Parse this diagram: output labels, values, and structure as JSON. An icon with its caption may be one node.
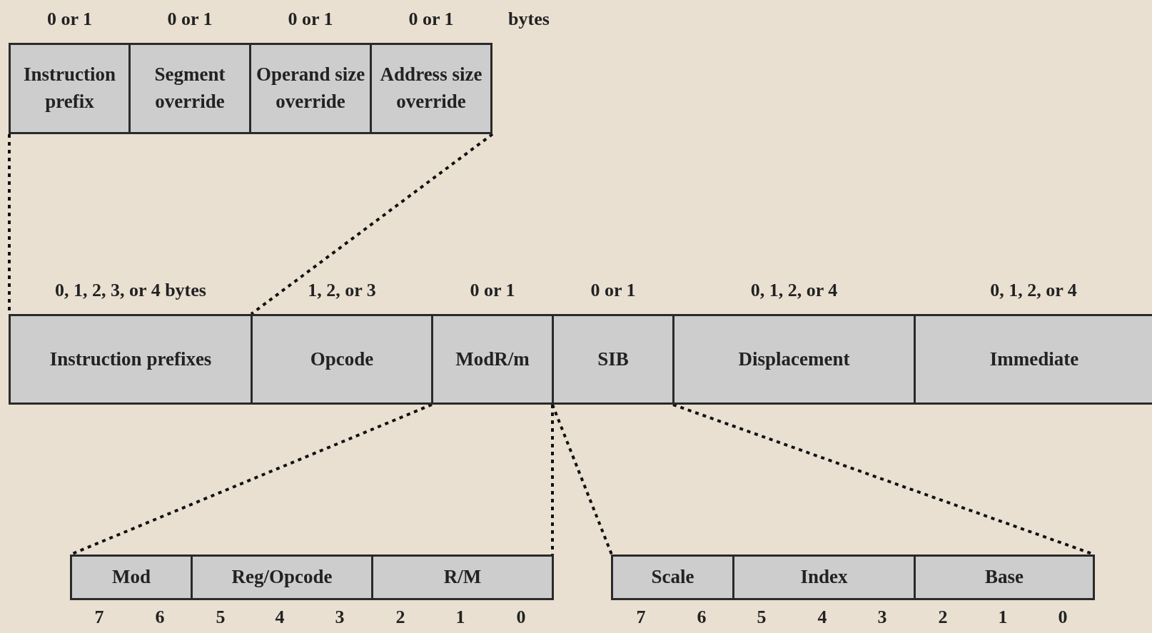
{
  "diagram": {
    "nodes": [
      {
        "text": [
          "Instruction prefix"
        ],
        "beside": [
          "0 or 1"
        ]
      },
      {
        "text": [
          "Segment override"
        ],
        "beside": [
          "0 or 1"
        ]
      },
      {
        "text": [
          "Operand size override"
        ],
        "beside": [
          "0 or 1"
        ]
      },
      {
        "text": [
          "Address size override"
        ],
        "beside": [
          "0 or 1"
        ]
      },
      {
        "text": [
          "Instruction prefixes"
        ],
        "beside": [
          "0, 1, 2, 3, or 4 bytes"
        ]
      },
      {
        "text": [
          "Opcode"
        ],
        "beside": [
          "1, 2, or 3"
        ]
      },
      {
        "text": [
          "ModR/m"
        ],
        "beside": [
          "0 or 1"
        ]
      },
      {
        "text": [
          "SIB"
        ],
        "beside": [
          "0 or 1"
        ]
      },
      {
        "text": [
          "Displacement"
        ],
        "beside": [
          "0, 1, 2, or 4"
        ]
      },
      {
        "text": [
          "Immediate"
        ],
        "beside": [
          "0, 1, 2, or 4"
        ]
      },
      {
        "text": [
          "Mod"
        ]
      },
      {
        "text": [
          "Reg/Opcode"
        ]
      },
      {
        "text": [
          "R/M"
        ]
      },
      {
        "text": [
          "Scale"
        ]
      },
      {
        "text": [
          "Index"
        ]
      },
      {
        "text": [
          "Base"
        ]
      }
    ],
    "labels": [
      "bytes",
      "7",
      "6",
      "5",
      "4",
      "3",
      "2",
      "1",
      "0",
      "7",
      "6",
      "5",
      "4",
      "3",
      "2",
      "1",
      "0"
    ]
  }
}
